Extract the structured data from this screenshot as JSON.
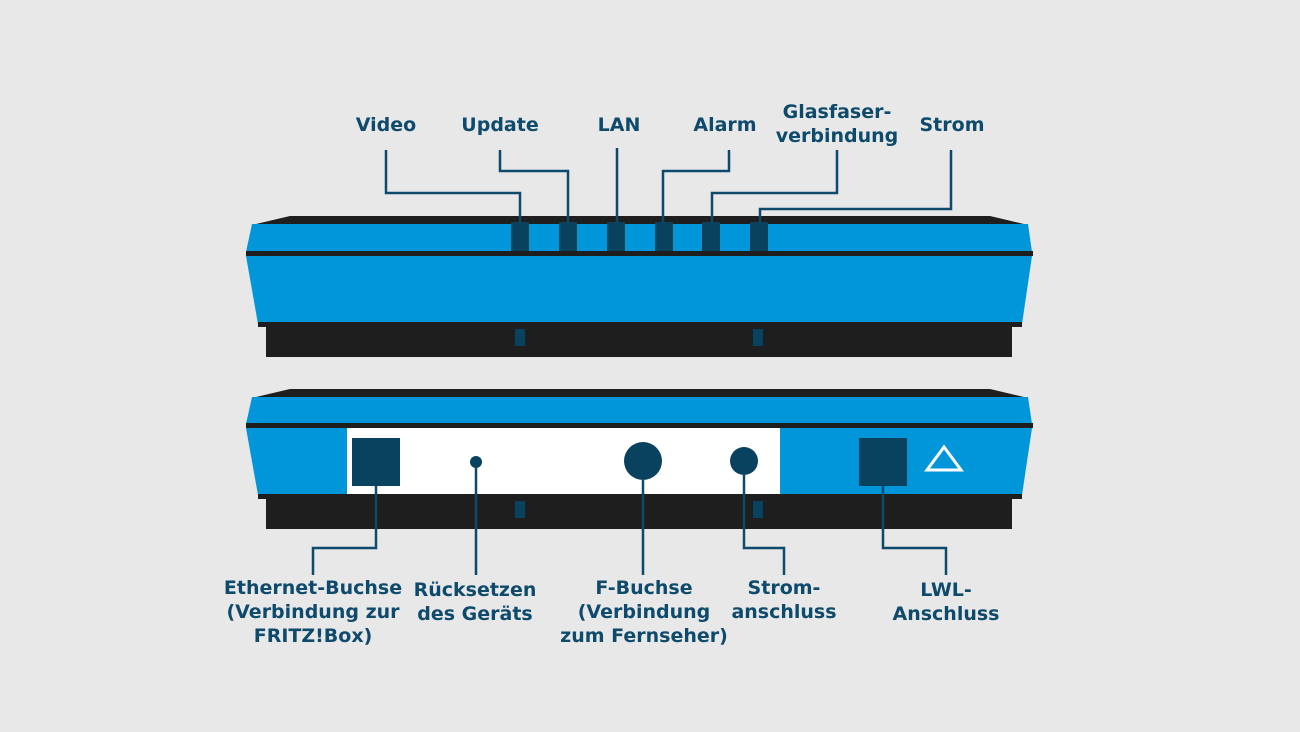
{
  "colors": {
    "background": "#e8e8e8",
    "device_blue": "#0096d9",
    "device_dark": "#1e1e1e",
    "led_dark": "#08425f",
    "label_navy": "#0d4a6b",
    "panel_white": "#ffffff"
  },
  "front_labels": {
    "video": "Video",
    "update": "Update",
    "lan": "LAN",
    "alarm": "Alarm",
    "glasfaser_line1": "Glasfaser-",
    "glasfaser_line2": "verbindung",
    "strom": "Strom"
  },
  "back_labels": {
    "ethernet_line1": "Ethernet-Buchse",
    "ethernet_line2": "(Verbindung zur",
    "ethernet_line3": "FRITZ!Box)",
    "reset_line1": "Rücksetzen",
    "reset_line2": "des Geräts",
    "fbuchse_line1": "F-Buchse",
    "fbuchse_line2": "(Verbindung",
    "fbuchse_line3": "zum Fernseher)",
    "power_line1": "Strom-",
    "power_line2": "anschluss",
    "lwl_line1": "LWL-",
    "lwl_line2": "Anschluss"
  },
  "icons": {
    "laser_warning": "warning-triangle-icon"
  }
}
